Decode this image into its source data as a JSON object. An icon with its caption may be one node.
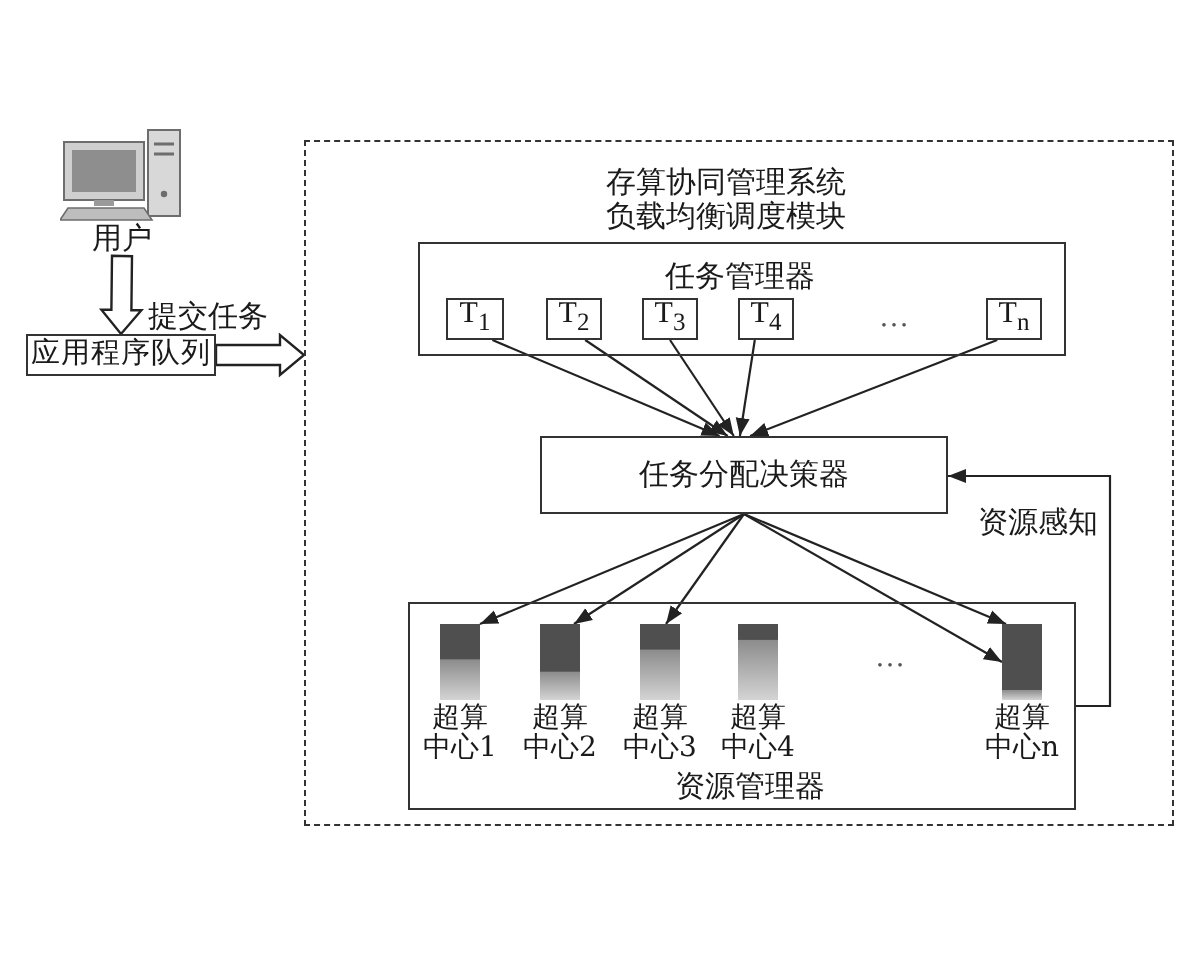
{
  "diagram": {
    "nodes": [
      {
        "text": [],
        "shape": "picture",
        "beside": [
          "用户"
        ]
      },
      {
        "text": [
          "应用程序队列"
        ]
      },
      {
        "text": [
          "存算协同管理系统负载均衡调度模块"
        ]
      },
      {
        "text": [
          "任务管理器"
        ],
        "in": 2
      },
      {
        "text": [
          "T$_{1}$"
        ],
        "in": 3
      },
      {
        "text": [
          "T$_{2}$"
        ],
        "in": 3
      },
      {
        "text": [
          "T$_{3}$"
        ],
        "in": 3
      },
      {
        "text": [
          "T$_{4}$"
        ],
        "in": 3
      },
      {
        "text": [
          "T$_{n}$"
        ],
        "in": 3
      },
      {
        "text": [
          "任务分配决策器"
        ],
        "in": 2
      },
      {
        "text": [
          "资源管理器"
        ],
        "in": 2
      },
      {
        "text": [],
        "shape": "bar",
        "beside": [
          "超算中心1"
        ],
        "in": 10
      },
      {
        "text": [],
        "shape": "bar",
        "beside": [
          "超算中心2"
        ],
        "in": 10
      },
      {
        "text": [],
        "shape": "bar",
        "beside": [
          "超算中心3"
        ],
        "in": 10
      },
      {
        "text": [],
        "shape": "bar",
        "beside": [
          "超算中心4"
        ],
        "in": 10
      },
      {
        "text": [],
        "shape": "bar",
        "beside": [
          "超算中心n"
        ],
        "in": 10
      }
    ],
    "edges": [
      {
        "from": 0,
        "to": 1,
        "arrow": "to",
        "label": "提交任务",
        "style": "thick"
      },
      {
        "from": 1,
        "to": 2,
        "arrow": "to",
        "style": "thick"
      },
      {
        "from": 4,
        "to": 9,
        "arrow": "to"
      },
      {
        "from": 5,
        "to": 9,
        "arrow": "to"
      },
      {
        "from": 6,
        "to": 9,
        "arrow": "to"
      },
      {
        "from": 7,
        "to": 9,
        "arrow": "to"
      },
      {
        "from": 8,
        "to": 9,
        "arrow": "to"
      },
      {
        "from": 9,
        "to": 11,
        "arrow": "to"
      },
      {
        "from": 9,
        "to": 12,
        "arrow": "to"
      },
      {
        "from": 9,
        "to": 13,
        "arrow": "to"
      },
      {
        "from": 9,
        "to": 15,
        "arrow": "to"
      },
      {
        "from": 9,
        "to": 15,
        "arrow": "to"
      },
      {
        "from": 10,
        "to": 9,
        "arrow": "to",
        "label": "资源感知"
      }
    ],
    "labels": [
      "…",
      "…"
    ]
  }
}
